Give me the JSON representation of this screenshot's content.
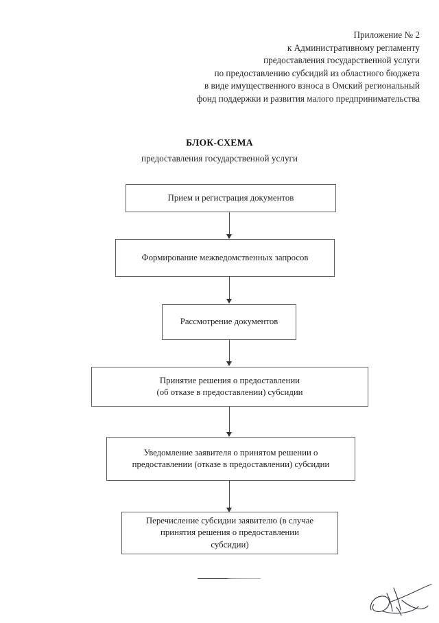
{
  "document": {
    "header_lines": [
      "Приложение № 2",
      "к Административному регламенту",
      "предоставления государственной услуги",
      "по предоставлению субсидий из областного бюджета",
      "в виде имущественного взноса в Омский региональный",
      "фонд поддержки и развития малого предпринимательства"
    ],
    "title": "БЛОК-СХЕМА",
    "subtitle": "предоставления государственной услуги"
  },
  "flowchart": {
    "nodes": [
      {
        "id": "node-1",
        "text": "Прием и регистрация документов"
      },
      {
        "id": "node-2",
        "text": "Формирование межведомственных запросов"
      },
      {
        "id": "node-3",
        "text": "Рассмотрение документов"
      },
      {
        "id": "node-4",
        "text": "Принятие решения о предоставлении\n(об отказе в предоставлении) субсидии"
      },
      {
        "id": "node-5",
        "text": "Уведомление заявителя о принятом решении о\nпредоставлении (отказе в предоставлении) субсидии"
      },
      {
        "id": "node-6",
        "text": "Перечисление субсидии заявителю (в случае\nпринятия решения о предоставлении\nсубсидии)"
      }
    ],
    "connectors": [
      {
        "id": "connector-1-2",
        "from": "node-1",
        "to": "node-2"
      },
      {
        "id": "connector-2-3",
        "from": "node-2",
        "to": "node-3"
      },
      {
        "id": "connector-3-4",
        "from": "node-3",
        "to": "node-4"
      },
      {
        "id": "connector-4-5",
        "from": "node-4",
        "to": "node-5"
      },
      {
        "id": "connector-5-6",
        "from": "node-5",
        "to": "node-6"
      }
    ]
  },
  "footer": {
    "separator_present": true,
    "signature_present": true
  },
  "colors": {
    "page_background": "#ffffff",
    "text": "#1f1f1f",
    "box_border": "#5f5f5f",
    "connector": "#4a4a4a",
    "ink": "#3a3a46"
  }
}
